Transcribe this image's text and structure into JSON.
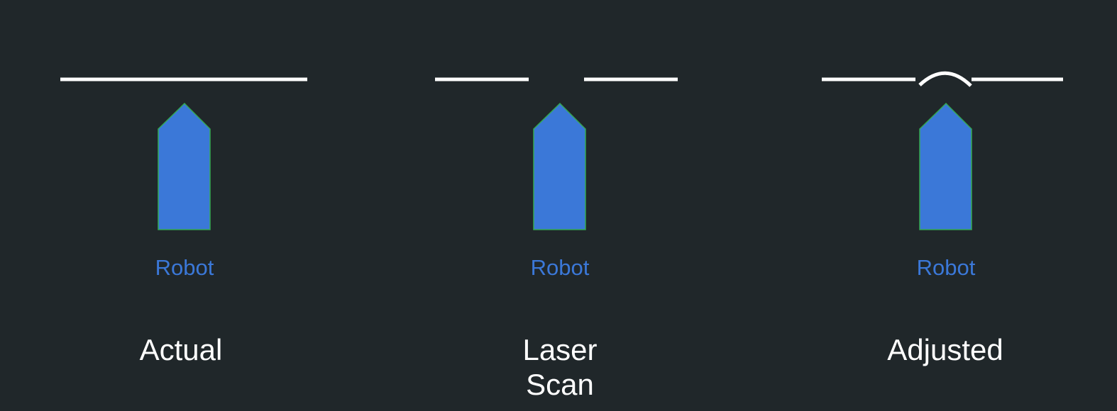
{
  "colors": {
    "background": "#20272a",
    "robot_fill": "#3b78d8",
    "robot_stroke": "#34a853",
    "robot_label": "#3b78d8",
    "wall": "#ffffff",
    "caption": "#ffffff"
  },
  "panels": [
    {
      "robot_label": "Robot",
      "caption": [
        "Actual"
      ],
      "wall": "continuous"
    },
    {
      "robot_label": "Robot",
      "caption": [
        "Laser",
        "Scan"
      ],
      "wall": "gap"
    },
    {
      "robot_label": "Robot",
      "caption": [
        "Adjusted"
      ],
      "wall": "bridged-arc"
    }
  ]
}
